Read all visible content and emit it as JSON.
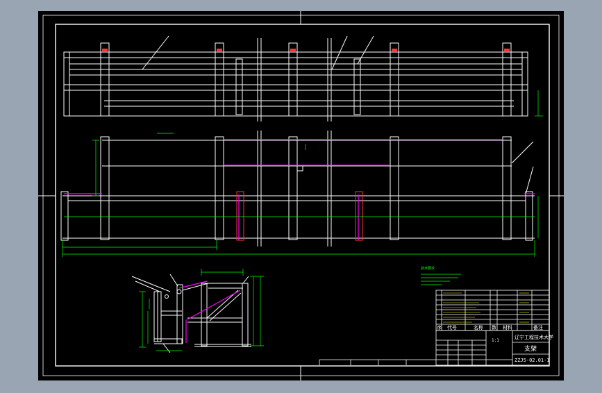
{
  "colors": {
    "background": "#9aa5b3",
    "sheet": "#000000",
    "line": "#ffffff",
    "dimension": "#00ff00",
    "magenta": "#ff00ff",
    "red": "#ff3333",
    "yellow": "#ffff00"
  },
  "title_block": {
    "school": "辽宁工程技术大学",
    "part_name": "支架",
    "drawing_no": "ZZJ5-02.01-1",
    "scale": "1:1",
    "header_seq": "序",
    "header_code": "代号",
    "header_name": "名称",
    "header_qty": "数",
    "header_material": "材料",
    "header_remark": "备注"
  },
  "notes": {
    "title": "技术要求"
  },
  "views": {
    "plan": "top-view",
    "front": "front-view",
    "section": "side-section-view"
  }
}
